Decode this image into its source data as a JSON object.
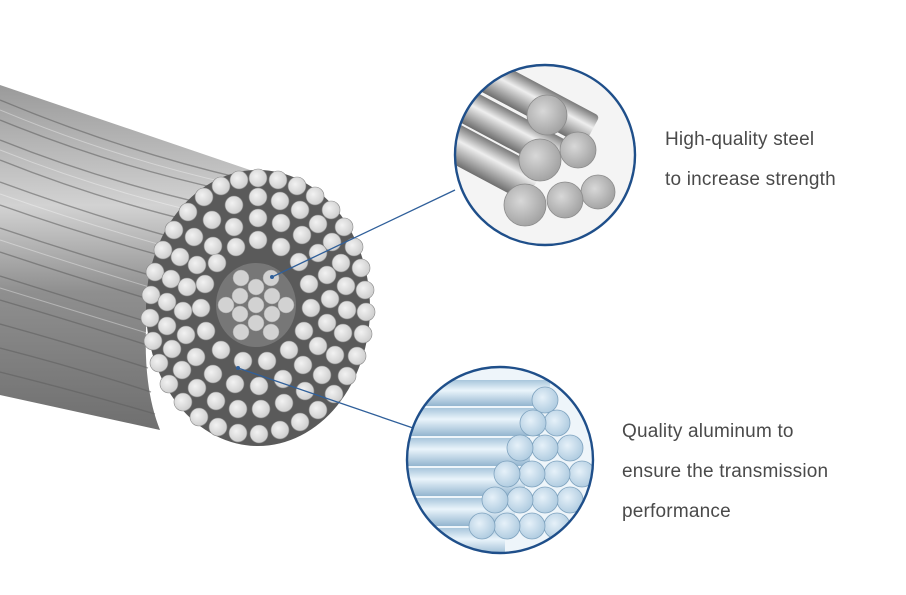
{
  "infographic": {
    "subject": "Stranded overhead conductor cable cross-section",
    "callouts": [
      {
        "id": "steel",
        "lines": [
          "High-quality steel",
          "to increase strength"
        ],
        "material": "steel-rods"
      },
      {
        "id": "aluminum",
        "lines": [
          "Quality aluminum to",
          "ensure the transmission",
          "performance"
        ],
        "material": "aluminum-rods"
      }
    ],
    "colors": {
      "background": "#ffffff",
      "text": "#4a4a4a",
      "callout_ring": "#1f4f8a",
      "leader_line": "#2f5f9a",
      "steel": "#b8b8b8",
      "aluminum": "#bcd4e6",
      "cable_strand": "#a9a9a9"
    }
  }
}
